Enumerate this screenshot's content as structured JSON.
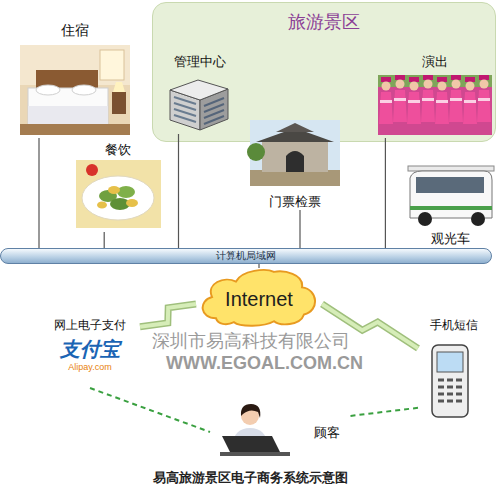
{
  "diagram": {
    "caption": "易高旅游景区电子商务系统示意图",
    "nodes": [
      {
        "text": [
          "住宿"
        ]
      },
      {
        "text": [
          "旅游景区"
        ]
      },
      {
        "text": [
          "管理中心"
        ],
        "in": 1
      },
      {
        "text": [
          "演出"
        ],
        "in": 1
      },
      {
        "text": [
          "餐饮"
        ]
      },
      {
        "text": [
          "门票检票"
        ]
      },
      {
        "text": [
          "观光车"
        ]
      },
      {
        "text": [
          "计算机局域网"
        ]
      },
      {
        "text": [
          "Internet"
        ]
      },
      {
        "text": [
          "网上电子支付",
          "支付宝",
          "Alipay.com"
        ]
      },
      {
        "text": [
          "手机短信"
        ]
      },
      {
        "text": [
          "顾客"
        ]
      }
    ],
    "edges": [
      {
        "from": 0,
        "to": 7,
        "arrow": "none"
      },
      {
        "from": 2,
        "to": 7,
        "arrow": "none"
      },
      {
        "from": 4,
        "to": 7,
        "arrow": "none"
      },
      {
        "from": 5,
        "to": 7,
        "arrow": "none"
      },
      {
        "from": 3,
        "to": 7,
        "arrow": "none"
      },
      {
        "from": 8,
        "to": 7,
        "arrow": "none"
      },
      {
        "from": 8,
        "to": 9,
        "arrow": "none"
      },
      {
        "from": 8,
        "to": 10,
        "arrow": "none"
      },
      {
        "from": 9,
        "to": 11,
        "arrow": "none"
      },
      {
        "from": 10,
        "to": 11,
        "arrow": "none"
      }
    ],
    "labels": [
      "深圳市易高科技有限公司",
      "WWW.EGOAL.COM.CN"
    ]
  }
}
